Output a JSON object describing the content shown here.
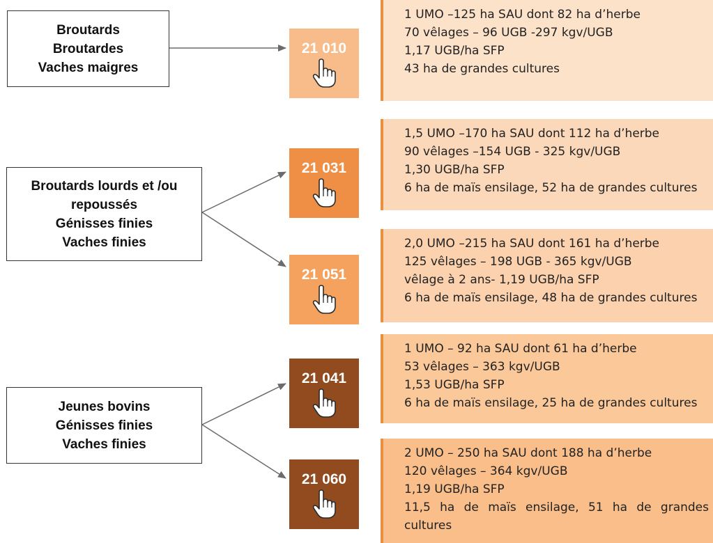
{
  "groups": [
    {
      "lines": [
        "Broutards",
        "Broutardes",
        "Vaches maigres"
      ]
    },
    {
      "lines": [
        "Broutards lourds et /ou",
        "repoussés",
        "Génisses finies",
        "Vaches finies"
      ]
    },
    {
      "lines": [
        "Jeunes bovins",
        "Génisses finies",
        "Vaches finies"
      ]
    }
  ],
  "systems": [
    {
      "code": "21 010",
      "color": "#f8bc8a",
      "info": [
        "1 UMO –125 ha SAU dont 82 ha d’herbe",
        "70 vêlages – 96 UGB -297 kgv/UGB",
        "1,17 UGB/ha SFP",
        "43 ha de grandes cultures"
      ]
    },
    {
      "code": "21 031",
      "color": "#ef8f45",
      "info": [
        "1,5 UMO –170 ha SAU dont 112 ha d’herbe",
        "90 vêlages –154 UGB - 325 kgv/UGB",
        "1,30 UGB/ha SFP",
        "6 ha de maïs ensilage, 52 ha de grandes cultures"
      ]
    },
    {
      "code": "21 051",
      "color": "#f4a25d",
      "info": [
        "2,0 UMO –215 ha SAU dont 161 ha d’herbe",
        "125 vêlages – 198 UGB - 365 kgv/UGB",
        "vêlage à 2 ans- 1,19 UGB/ha SFP",
        "6 ha de maïs ensilage, 48 ha de grandes cultures"
      ]
    },
    {
      "code": "21 041",
      "color": "#924a1f",
      "info": [
        "1 UMO – 92 ha SAU dont 61 ha d’herbe",
        "53 vêlages – 363 kgv/UGB",
        "1,53 UGB/ha SFP",
        "6 ha de maïs ensilage, 25 ha de grandes cultures"
      ]
    },
    {
      "code": "21 060",
      "color": "#924a1f",
      "info": [
        "2 UMO – 250 ha SAU dont 188 ha d’herbe",
        "120 vêlages – 364 kgv/UGB",
        "1,19 UGB/ha SFP",
        "11,5 ha de maïs ensilage, 51 ha de grandes cultures"
      ]
    }
  ],
  "info_colors": [
    "#fde2ca",
    "#fbd8b9",
    "#fbd1ae",
    "#fbc89a",
    "#f9be8a"
  ],
  "icons": {
    "pointer": "hand-pointer-icon"
  }
}
